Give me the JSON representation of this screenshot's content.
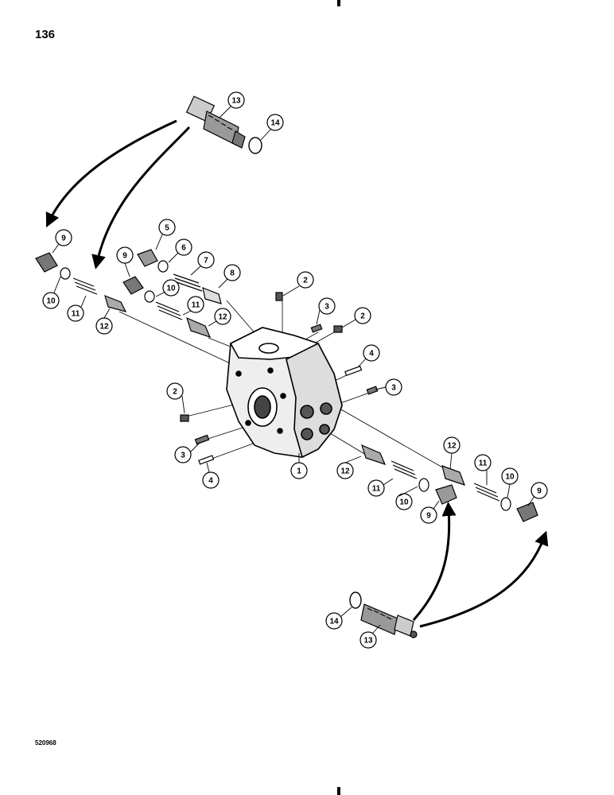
{
  "page": {
    "number": "136",
    "figure_code": "520968"
  },
  "callouts": [
    {
      "id": "c1",
      "label": "1"
    },
    {
      "id": "c2a",
      "label": "2"
    },
    {
      "id": "c2b",
      "label": "2"
    },
    {
      "id": "c2c",
      "label": "2"
    },
    {
      "id": "c3a",
      "label": "3"
    },
    {
      "id": "c3b",
      "label": "3"
    },
    {
      "id": "c3c",
      "label": "3"
    },
    {
      "id": "c4a",
      "label": "4"
    },
    {
      "id": "c4b",
      "label": "4"
    },
    {
      "id": "c5",
      "label": "5"
    },
    {
      "id": "c6",
      "label": "6"
    },
    {
      "id": "c7",
      "label": "7"
    },
    {
      "id": "c8",
      "label": "8"
    },
    {
      "id": "c9a",
      "label": "9"
    },
    {
      "id": "c9b",
      "label": "9"
    },
    {
      "id": "c9c",
      "label": "9"
    },
    {
      "id": "c9d",
      "label": "9"
    },
    {
      "id": "c10a",
      "label": "10"
    },
    {
      "id": "c10b",
      "label": "10"
    },
    {
      "id": "c10c",
      "label": "10"
    },
    {
      "id": "c10d",
      "label": "10"
    },
    {
      "id": "c11a",
      "label": "11"
    },
    {
      "id": "c11b",
      "label": "11"
    },
    {
      "id": "c11c",
      "label": "11"
    },
    {
      "id": "c11d",
      "label": "11"
    },
    {
      "id": "c12a",
      "label": "12"
    },
    {
      "id": "c12b",
      "label": "12"
    },
    {
      "id": "c12c",
      "label": "12"
    },
    {
      "id": "c12d",
      "label": "12"
    },
    {
      "id": "c13a",
      "label": "13"
    },
    {
      "id": "c13b",
      "label": "13"
    },
    {
      "id": "c14a",
      "label": "14"
    },
    {
      "id": "c14b",
      "label": "14"
    }
  ]
}
